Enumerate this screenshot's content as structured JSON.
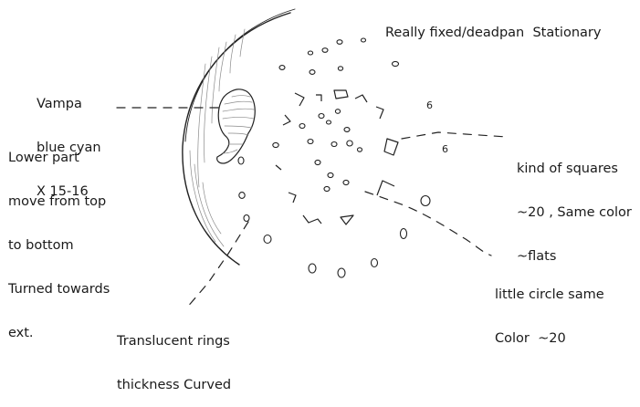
{
  "notes": {
    "top_right": "Really fixed/deadpan  Stationary",
    "vampa": [
      "Vampa",
      "blue cyan",
      "X 15-16"
    ],
    "lower_part": [
      "Lower part",
      "move from top",
      "to bottom",
      "Turned towards",
      "ext."
    ],
    "squares": [
      "kind of squares",
      "~20 , Same color",
      "~flats"
    ],
    "circles": [
      "little circle same",
      "Color  ~20"
    ],
    "rings": [
      "Translucent rings",
      "thickness Curved"
    ]
  },
  "sketch_digits": [
    "6",
    "6"
  ],
  "colors": {
    "ink": "#222222",
    "hatch": "#8a8a8a",
    "background": "#ffffff"
  }
}
